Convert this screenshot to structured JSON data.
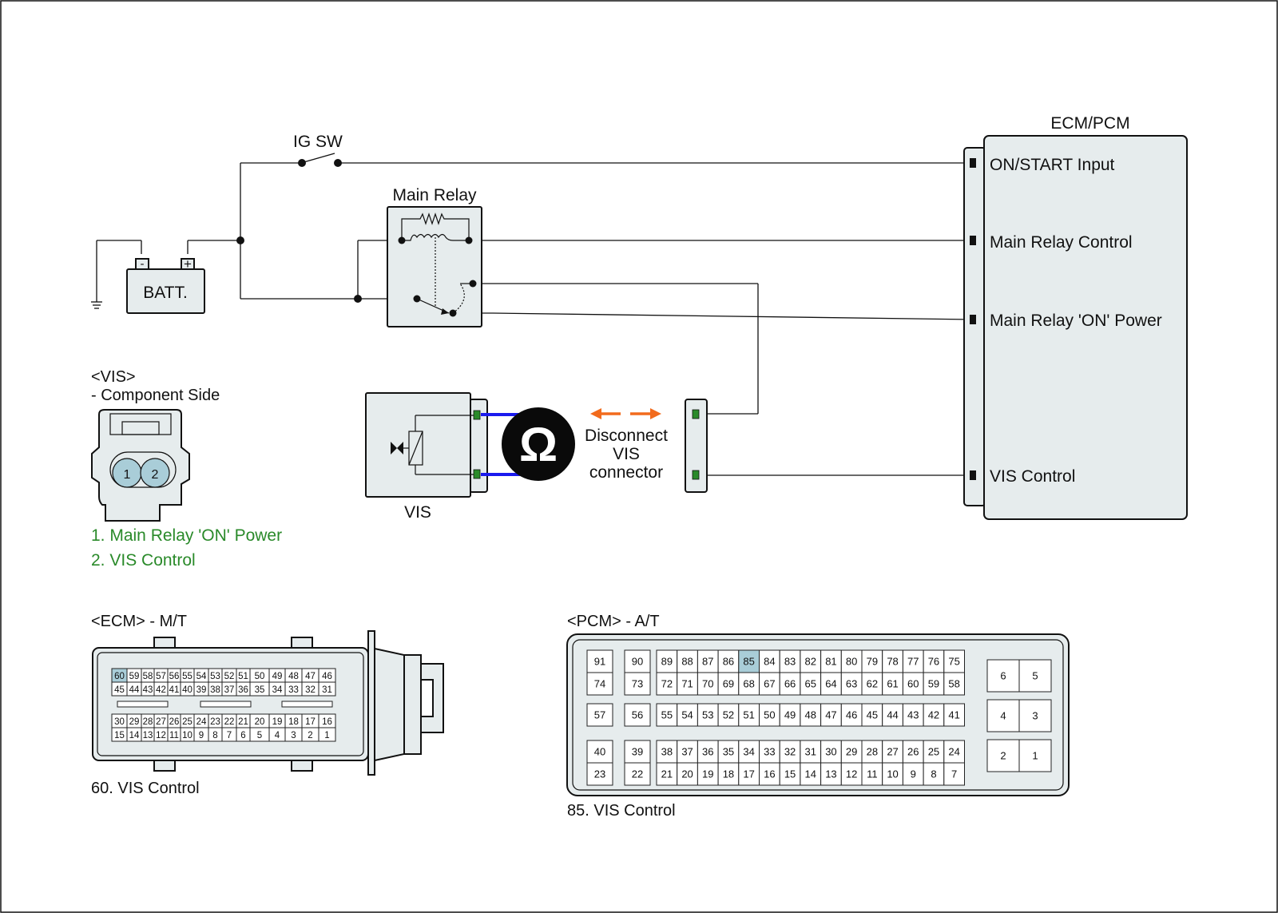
{
  "ig_sw": "IG SW",
  "batt": {
    "label": "BATT.",
    "minus": "-",
    "plus": "+"
  },
  "main_relay": {
    "title": "Main Relay"
  },
  "ecm_pcm": {
    "title": "ECM/PCM",
    "terminals": [
      "ON/START Input",
      "Main Relay Control",
      "Main Relay 'ON' Power",
      "VIS Control"
    ]
  },
  "vis_component": {
    "label": "VIS"
  },
  "meter_symbol": "Ω",
  "disconnect": [
    "Disconnect",
    "VIS",
    "connector"
  ],
  "vis_connector": {
    "title": "<VIS>",
    "subtitle": "- Component Side",
    "pins": [
      "1",
      "2"
    ],
    "legend": [
      "1. Main Relay 'ON' Power",
      "2. VIS Control"
    ],
    "highlight_color": "#a9cdd8",
    "legend_color": "#2a8a2a"
  },
  "ecm_connector": {
    "title": "<ECM> - M/T",
    "upper_rows": [
      [
        "60",
        "59",
        "58",
        "57",
        "56",
        "55",
        "54",
        "53",
        "52",
        "51",
        "50",
        "49",
        "48",
        "47",
        "46"
      ],
      [
        "45",
        "44",
        "43",
        "42",
        "41",
        "40",
        "39",
        "38",
        "37",
        "36",
        "35",
        "34",
        "33",
        "32",
        "31"
      ]
    ],
    "lower_rows": [
      [
        "30",
        "29",
        "28",
        "27",
        "26",
        "25",
        "24",
        "23",
        "22",
        "21",
        "20",
        "19",
        "18",
        "17",
        "16"
      ],
      [
        "15",
        "14",
        "13",
        "12",
        "11",
        "10",
        "9",
        "8",
        "7",
        "6",
        "5",
        "4",
        "3",
        "2",
        "1"
      ]
    ],
    "highlight_pin": "60",
    "note": "60. VIS Control"
  },
  "pcm_connector": {
    "title": "<PCM> - A/T",
    "blocks": [
      {
        "rows": [
          [
            "91",
            "90",
            "89",
            "88",
            "87",
            "86",
            "85",
            "84",
            "83",
            "82",
            "81",
            "80",
            "79",
            "78",
            "77",
            "76",
            "75"
          ],
          [
            "74",
            "73",
            "72",
            "71",
            "70",
            "69",
            "68",
            "67",
            "66",
            "65",
            "64",
            "63",
            "62",
            "61",
            "60",
            "59",
            "58"
          ]
        ]
      },
      {
        "rows": [
          [
            "57",
            "56",
            "55",
            "54",
            "53",
            "52",
            "51",
            "50",
            "49",
            "48",
            "47",
            "46",
            "45",
            "44",
            "43",
            "42",
            "41"
          ]
        ]
      },
      {
        "rows": [
          [
            "40",
            "39",
            "38",
            "37",
            "36",
            "35",
            "34",
            "33",
            "32",
            "31",
            "30",
            "29",
            "28",
            "27",
            "26",
            "25",
            "24"
          ],
          [
            "23",
            "22",
            "21",
            "20",
            "19",
            "18",
            "17",
            "16",
            "15",
            "14",
            "13",
            "12",
            "11",
            "10",
            "9",
            "8",
            "7"
          ]
        ]
      }
    ],
    "side_pins": [
      [
        "6",
        "5"
      ],
      [
        "4",
        "3"
      ],
      [
        "2",
        "1"
      ]
    ],
    "highlight_pin": "85",
    "note": "85. VIS Control"
  }
}
